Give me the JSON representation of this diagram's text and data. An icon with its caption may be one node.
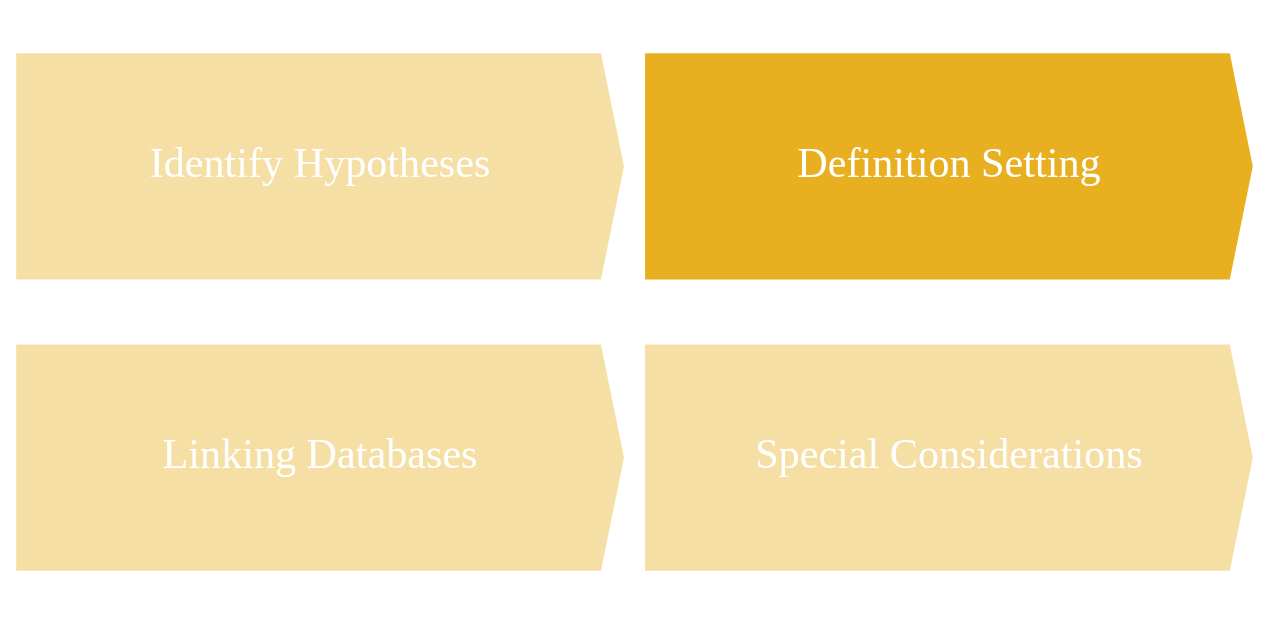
{
  "diagram": {
    "nodes": [
      {
        "text": [
          "Identify Hypotheses"
        ]
      },
      {
        "text": [
          "Definition Setting"
        ]
      },
      {
        "text": [
          "Linking Databases"
        ]
      },
      {
        "text": [
          "Special Considerations"
        ]
      }
    ],
    "edges": []
  }
}
